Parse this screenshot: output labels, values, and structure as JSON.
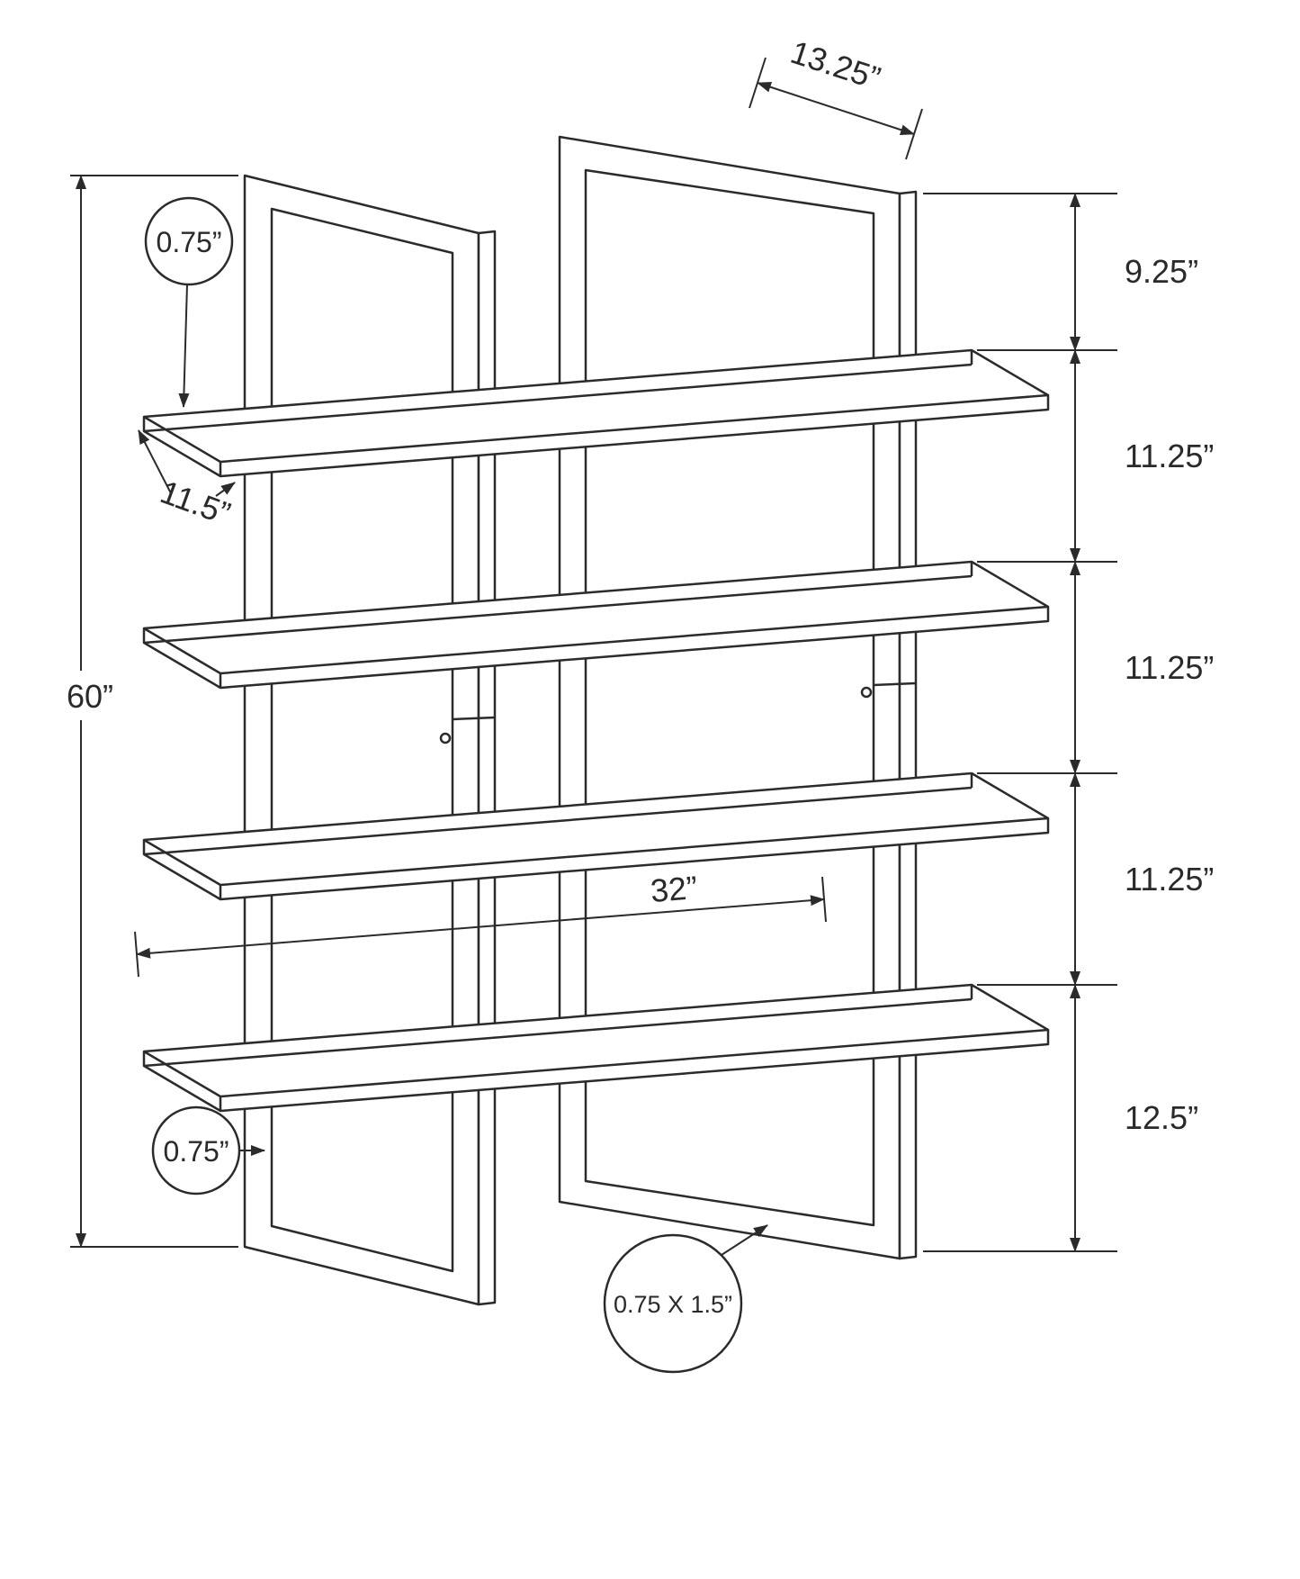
{
  "dims": {
    "height": "60”",
    "top_depth": "13.25”",
    "right_chain": [
      "9.25”",
      "11.25”",
      "11.25”",
      "11.25”",
      "12.5”"
    ],
    "shelf_depth": "11.5”",
    "shelf_thickness": "0.75”",
    "leg_width": "0.75”",
    "frame_tube": "0.75 X 1.5”",
    "inner_width": "32”"
  }
}
